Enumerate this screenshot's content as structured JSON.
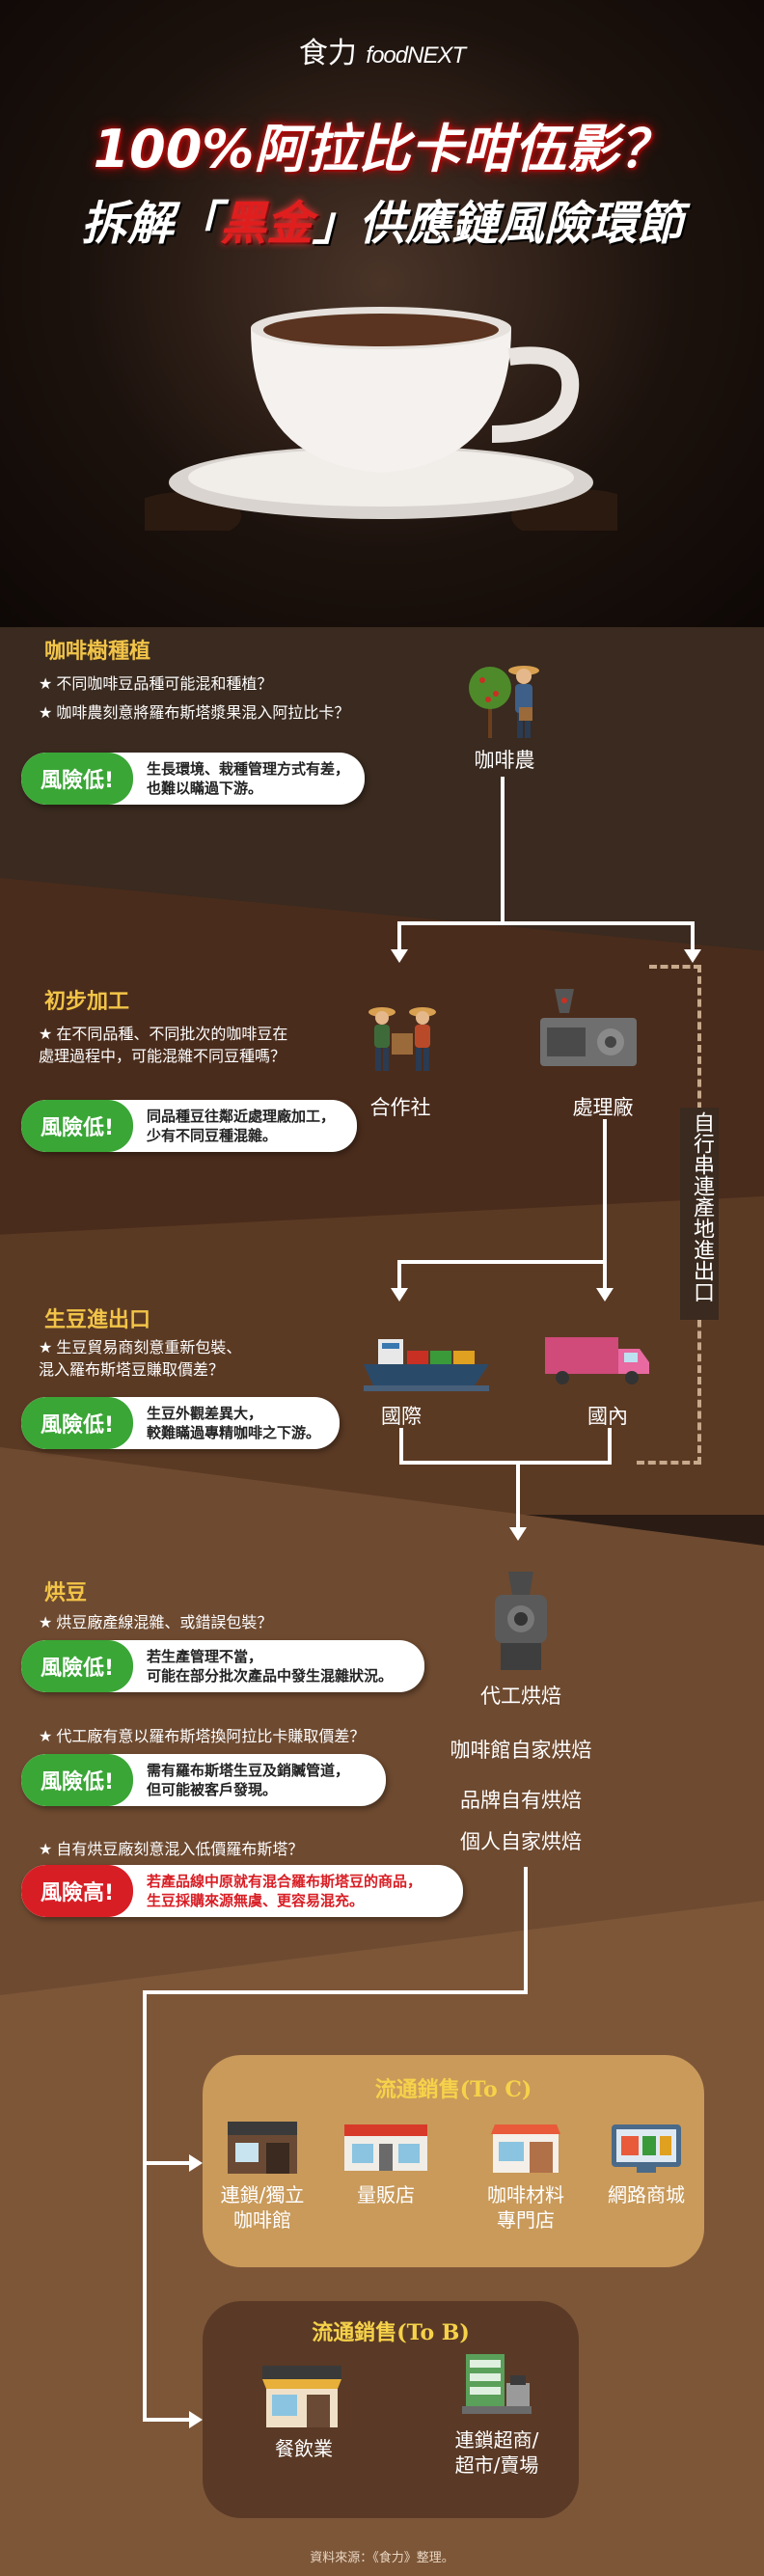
{
  "hero": {
    "logo_cn": "食力",
    "logo_en": "foodNEXT",
    "title_line1": "100%阿拉比卡咁伍影？",
    "title_line2_pre": "拆解「",
    "title_line2_red": "黑金",
    "title_line2_post": "」供應鏈風險環節"
  },
  "sections": {
    "planting": {
      "title": "咖啡樹種植",
      "bullets": [
        "不同咖啡豆品種可能混和種植？",
        "咖啡農刻意將羅布斯塔漿果混入阿拉比卡？"
      ],
      "risk_tag": "風險低!",
      "risk_msg": "生長環境、栽種管理方式有差，\n也難以瞞過下游。",
      "node_label": "咖啡農"
    },
    "processing": {
      "title": "初步加工",
      "bullets": [
        "在不同品種、不同批次的咖啡豆在\n處理過程中，可能混雜不同豆種嗎？"
      ],
      "risk_tag": "風險低!",
      "risk_msg": "同品種豆往鄰近處理廠加工，\n少有不同豆種混雜。",
      "node_coop": "合作社",
      "node_plant": "處理廠"
    },
    "trade": {
      "title": "生豆進出口",
      "bullets": [
        "生豆貿易商刻意重新包裝、\n混入羅布斯塔豆賺取價差？"
      ],
      "risk_tag": "風險低!",
      "risk_msg": "生豆外觀差異大，\n較難瞞過專精咖啡之下游。",
      "node_intl": "國際",
      "node_dom": "國內",
      "side_note": "自行串連產地進出口"
    },
    "roasting": {
      "title": "烘豆",
      "items": [
        {
          "bullet": "烘豆廠產線混雜、或錯誤包裝？",
          "risk_tag": "風險低!",
          "risk_msg": "若生產管理不當，\n可能在部分批次產品中發生混雜狀況。",
          "level": "low"
        },
        {
          "bullet": "代工廠有意以羅布斯塔換阿拉比卡賺取價差？",
          "risk_tag": "風險低!",
          "risk_msg": "需有羅布斯塔生豆及銷贓管道，\n但可能被客戶發現。",
          "level": "low"
        },
        {
          "bullet": "自有烘豆廠刻意混入低價羅布斯塔？",
          "risk_tag": "風險高!",
          "risk_msg": "若產品線中原就有混合羅布斯塔豆的商品，\n生豆採購來源無虞、更容易混充。",
          "level": "high"
        }
      ],
      "nodes": [
        "代工烘焙",
        "咖啡館自家烘焙",
        "品牌自有烘焙",
        "個人自家烘焙"
      ]
    }
  },
  "distribution": {
    "to_c": {
      "title": "流通銷售(To C)",
      "items": [
        "連鎖/獨立\n咖啡館",
        "量販店",
        "咖啡材料\n專門店",
        "網路商城"
      ]
    },
    "to_b": {
      "title": "流通銷售(To B)",
      "items": [
        "餐飲業",
        "連鎖超商/\n超市/賣場"
      ]
    }
  },
  "source": "資料來源：《食力》整理。",
  "colors": {
    "section_title": "#f2c448",
    "risk_low": "#3aa636",
    "risk_high": "#d81e25",
    "highlight_red": "#e01e1e"
  }
}
